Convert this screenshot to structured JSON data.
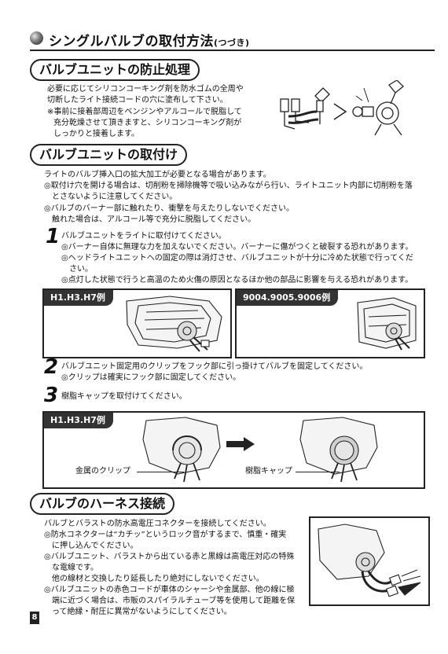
{
  "title": {
    "main": "シングルバルブの取付方法",
    "sub": "(つづき)"
  },
  "section1": {
    "heading": "バルブユニットの防止処理",
    "lines": [
      "必要に応じてシリコンコーキング剤を防水ゴムの全周や",
      "切断したライト接続コードの穴に塗布して下さい。",
      "※事前に接着部周辺をベンジンやアルコールで脱脂して",
      "充分乾燥させて頂きますと、シリコンコーキング剤が",
      "しっかりと接着します。"
    ]
  },
  "section2": {
    "heading": "バルブユニットの取付け",
    "intro": "ライトのバルブ挿入口の拡大加工が必要となる場合があります。",
    "bullets": [
      "◎取付け穴を開ける場合は、切削粉を掃除機等で吸い込みながら行い、ライトユニット内部に切削粉を落",
      "とさないように注意してください。",
      "◎バルブのバーナー部に触れたり、衝撃を与えたりしないでください。",
      "触れた場合は、アルコール等で充分に脱脂してください。"
    ],
    "step1": {
      "number": "1",
      "title": "バルブユニットをライトに取付けてください。",
      "notes": [
        "◎バーナー自体に無理な力を加えないでください。バーナーに傷がつくと破裂する恐れがあります。",
        "◎ヘッドライトユニットへの固定の際は消灯させ、バルブユニットが十分に冷めた状態で行ってくだ",
        "さい。",
        "◎点灯した状態で行うと高温のため火傷の原因となるほか他の部品に影響を与える恐れがあります。"
      ]
    },
    "fig1": {
      "left_tag": "H1.H3.H7例",
      "right_tag": "9004.9005.9006例"
    },
    "step2": {
      "number": "2",
      "title": "バルブユニット固定用のクリップをフック部に引っ掛けてバルブを固定してください。",
      "note": "◎クリップは確実にフック部に固定してください。"
    },
    "step3": {
      "number": "3",
      "title": "樹脂キャップを取付けてください。"
    },
    "fig2": {
      "tag": "H1.H3.H7例",
      "label_left": "金属のクリップ",
      "label_right": "樹脂キャップ"
    }
  },
  "section3": {
    "heading": "バルブのハーネス接続",
    "intro": "バルブとバラストの防水高電圧コネクターを接続してください。",
    "lines": [
      "◎防水コネクターは“カチッ”というロック音がするまで、慎重・確実",
      "に押し込んでください。",
      "◎バルブユニット、バラストから出ている赤と黒線は高電圧対応の特殊",
      "な電線です。",
      "他の線材と交換したり延長したり絶対にしないでください。",
      "◎バルブユニットの赤色コードが車体のシャーシや金属部、他の線に極",
      "端に近づく場合は、市販のスパイラルチューブ等を使用して距離を保",
      "って絶縁・耐圧に異常がないようにしてください。"
    ]
  },
  "page_number": "8"
}
